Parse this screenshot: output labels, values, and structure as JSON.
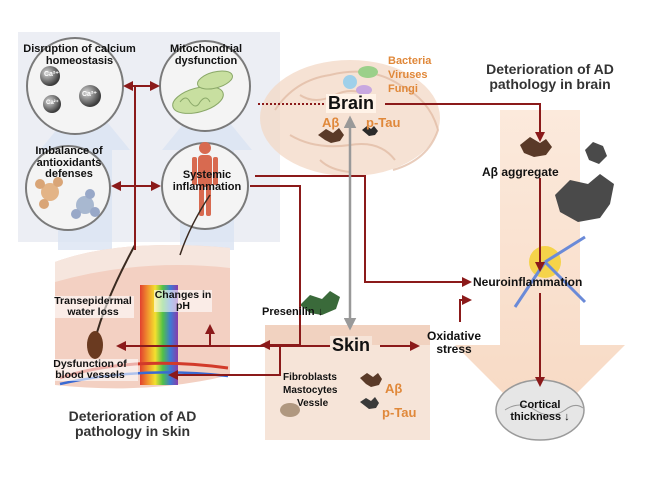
{
  "diagram": {
    "circles": {
      "calcium": "Disruption of calcium homeostasis",
      "mito": "Mitochondrial dysfunction",
      "antioxidant": "Imbalance of antioxidants defenses",
      "systemic": "Systemic inflammation"
    },
    "ions": [
      "Ca²⁺",
      "Ca²⁺",
      "Ca²⁺"
    ],
    "brain": {
      "title": "Brain",
      "microbes": [
        "Bacteria",
        "Viruses",
        "Fungi"
      ],
      "abeta": "Aβ",
      "ptau": "p-Tau"
    },
    "skin": {
      "title": "Skin",
      "cells": [
        "Fibroblasts",
        "Mastocytes",
        "Vessle"
      ],
      "abeta": "Aβ",
      "ptau": "p-Tau",
      "presenilin": "Presenilin ↓",
      "tewl": "Transepidermal water loss",
      "ph": "Changes in pH",
      "vessels": "Dysfunction of blood vessels"
    },
    "oxidative": "Oxidative stress",
    "brain_pathway": {
      "title": "Deterioration of AD pathology in brain",
      "aggregate": "Aβ aggregate",
      "neuro": "Neuroinflammation",
      "cortical": "Cortical thickness ↓"
    },
    "skin_pathway_title": "Deterioration of AD pathology in skin"
  }
}
